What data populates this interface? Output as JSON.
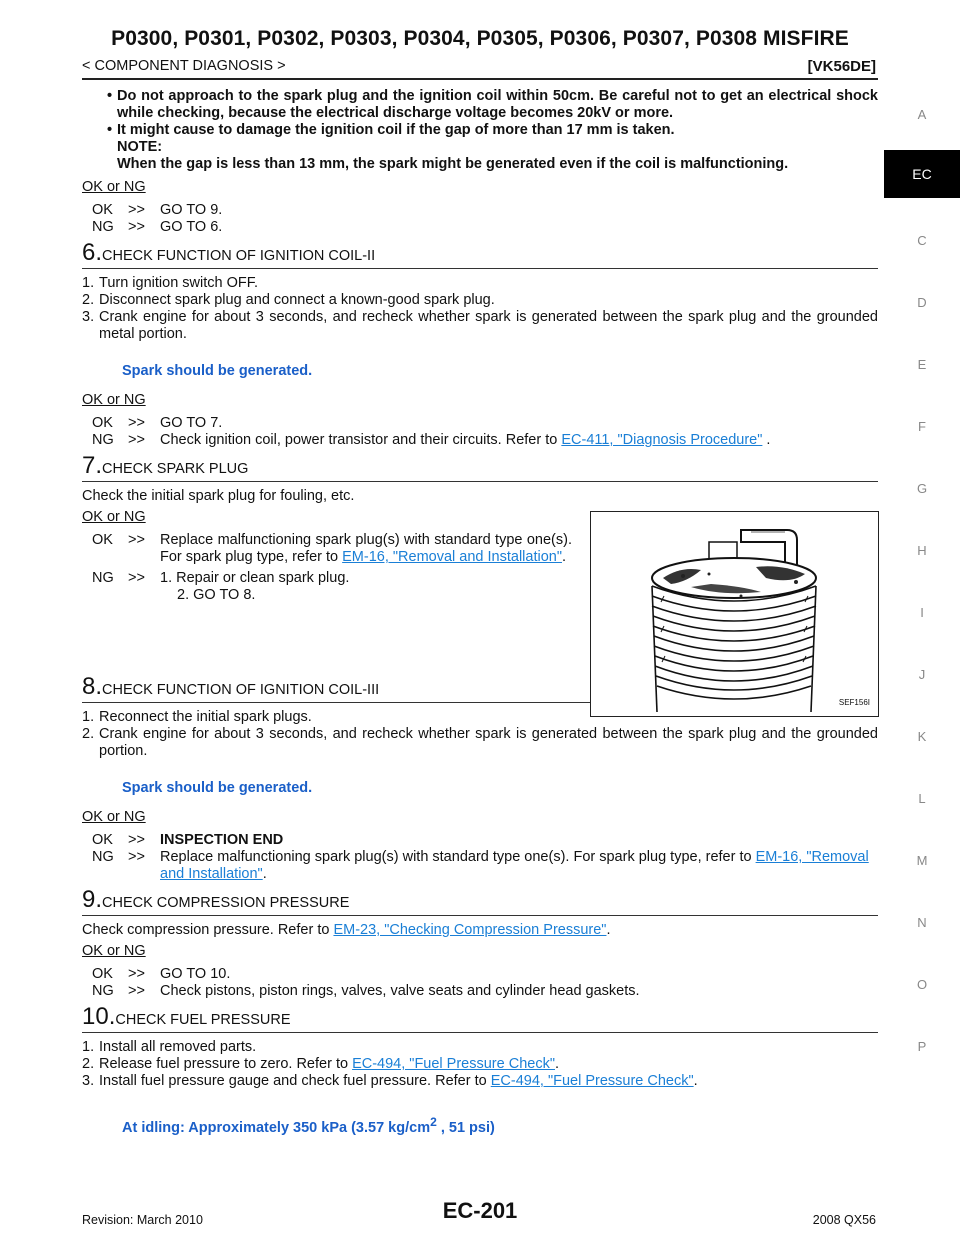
{
  "header": {
    "title": "P0300, P0301, P0302, P0303, P0304, P0305, P0306, P0307, P0308 MISFIRE",
    "section": "< COMPONENT DIAGNOSIS >",
    "engine": "[VK56DE]"
  },
  "intro": {
    "bullet1": "Do not approach to the spark plug and the ignition coil within 50cm. Be careful not to get an electrical shock while checking, because the electrical discharge voltage becomes 20kV or more.",
    "bullet2": "It might cause to damage the ignition coil if the gap of more than 17 mm is taken.",
    "note_label": "NOTE:",
    "note_text": "When the gap is less than 13 mm, the spark might be generated even if the coil is malfunctioning.",
    "okng": "OK or NG",
    "ok": "GO TO 9.",
    "ng": "GO TO 6."
  },
  "labels": {
    "ok": "OK",
    "ng": "NG",
    "arrow": ">>",
    "bullet": "•"
  },
  "step6": {
    "num": "6.",
    "title": "CHECK FUNCTION OF IGNITION COIL-II",
    "items": [
      {
        "n": "1.",
        "t": "Turn ignition switch OFF."
      },
      {
        "n": "2.",
        "t": "Disconnect spark plug and connect a known-good spark plug."
      },
      {
        "n": "3.",
        "t": "Crank engine for about 3 seconds, and recheck whether spark is generated between the spark plug and the grounded metal portion."
      }
    ],
    "note": "Spark should be generated.",
    "okng": "OK or NG",
    "ok": "GO TO 7.",
    "ng_prefix": "Check ignition coil, power transistor and their circuits. Refer to ",
    "ng_link": "EC-411, \"Diagnosis Procedure\"",
    "ng_suffix": " ."
  },
  "step7": {
    "num": "7.",
    "title": "CHECK SPARK PLUG",
    "text": "Check the initial spark plug for fouling, etc.",
    "okng": "OK or NG",
    "ok_prefix": "Replace malfunctioning spark plug(s) with standard type one(s). For spark plug type, refer to ",
    "ok_link": "EM-16, \"Removal and Installation\"",
    "ok_suffix": ".",
    "ng_1": "1.    Repair or clean spark plug.",
    "ng_2": "2.    GO TO 8.",
    "figure_caption": "SEF156I"
  },
  "step8": {
    "num": "8.",
    "title": "CHECK FUNCTION OF IGNITION COIL-III",
    "items": [
      {
        "n": "1.",
        "t": "Reconnect the initial spark plugs."
      },
      {
        "n": "2.",
        "t": "Crank engine for about 3 seconds, and recheck whether spark is generated between the spark plug and the grounded portion."
      }
    ],
    "note": "Spark should be generated.",
    "okng": "OK or NG",
    "ok": "INSPECTION END",
    "ng_prefix": "Replace malfunctioning spark plug(s) with standard type one(s). For spark plug type, refer to ",
    "ng_link": "EM-16, \"Removal and Installation\"",
    "ng_suffix": "."
  },
  "step9": {
    "num": "9.",
    "title": "CHECK COMPRESSION PRESSURE",
    "text_prefix": "Check compression pressure. Refer to ",
    "text_link": "EM-23, \"Checking Compression Pressure\"",
    "text_suffix": ".",
    "okng": "OK or NG",
    "ok": "GO TO 10.",
    "ng": "Check pistons, piston rings, valves, valve seats and cylinder head gaskets."
  },
  "step10": {
    "num": "10.",
    "title": "CHECK FUEL PRESSURE",
    "item1": "Install all removed parts.",
    "item2_prefix": "Release fuel pressure to zero. Refer to ",
    "item2_link": "EC-494, \"Fuel Pressure Check\"",
    "item2_suffix": ".",
    "item3_prefix": "Install fuel pressure gauge and check fuel pressure. Refer to ",
    "item3_link": "EC-494, \"Fuel Pressure Check\"",
    "item3_suffix": ".",
    "note_prefix": "At idling: Approximately 350 kPa (3.57 kg/cm",
    "note_sup": "2",
    "note_suffix": " , 51 psi)"
  },
  "side_tabs": [
    "A",
    "EC",
    "C",
    "D",
    "E",
    "F",
    "G",
    "H",
    "I",
    "J",
    "K",
    "L",
    "M",
    "N",
    "O",
    "P"
  ],
  "active_tab": "EC",
  "footer": {
    "revision": "Revision: March 2010",
    "page": "EC-201",
    "model": "2008 QX56"
  }
}
